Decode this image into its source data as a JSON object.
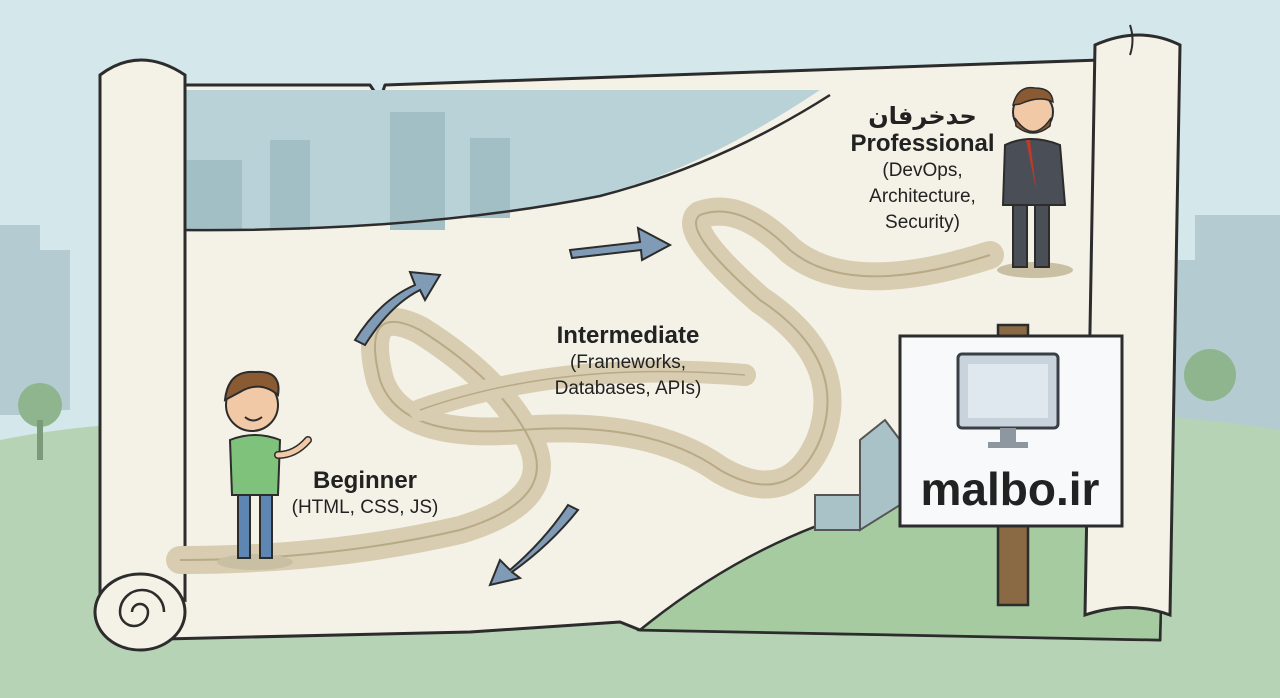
{
  "stages": {
    "beginner": {
      "title": "Beginner",
      "subtitle": "(HTML, CSS, JS)"
    },
    "intermediate": {
      "title": "Intermediate",
      "subtitle_1": "(Frameworks,",
      "subtitle_2": "Databases, APIs)"
    },
    "professional": {
      "title_fa": "حدخرفان",
      "title": "Professional",
      "subtitle_1": "(DevOps,",
      "subtitle_2": "Architecture,",
      "subtitle_3": "Security)"
    }
  },
  "sign": {
    "text": "malbo.ir",
    "icon": "monitor-icon"
  },
  "colors": {
    "sky": "#cfe3e8",
    "paper": "#f4f1e6",
    "path": "#d8cdb0",
    "arrow": "#7f9bb6",
    "grass": "#9cc29a",
    "skyline": "#a9c2c8"
  }
}
